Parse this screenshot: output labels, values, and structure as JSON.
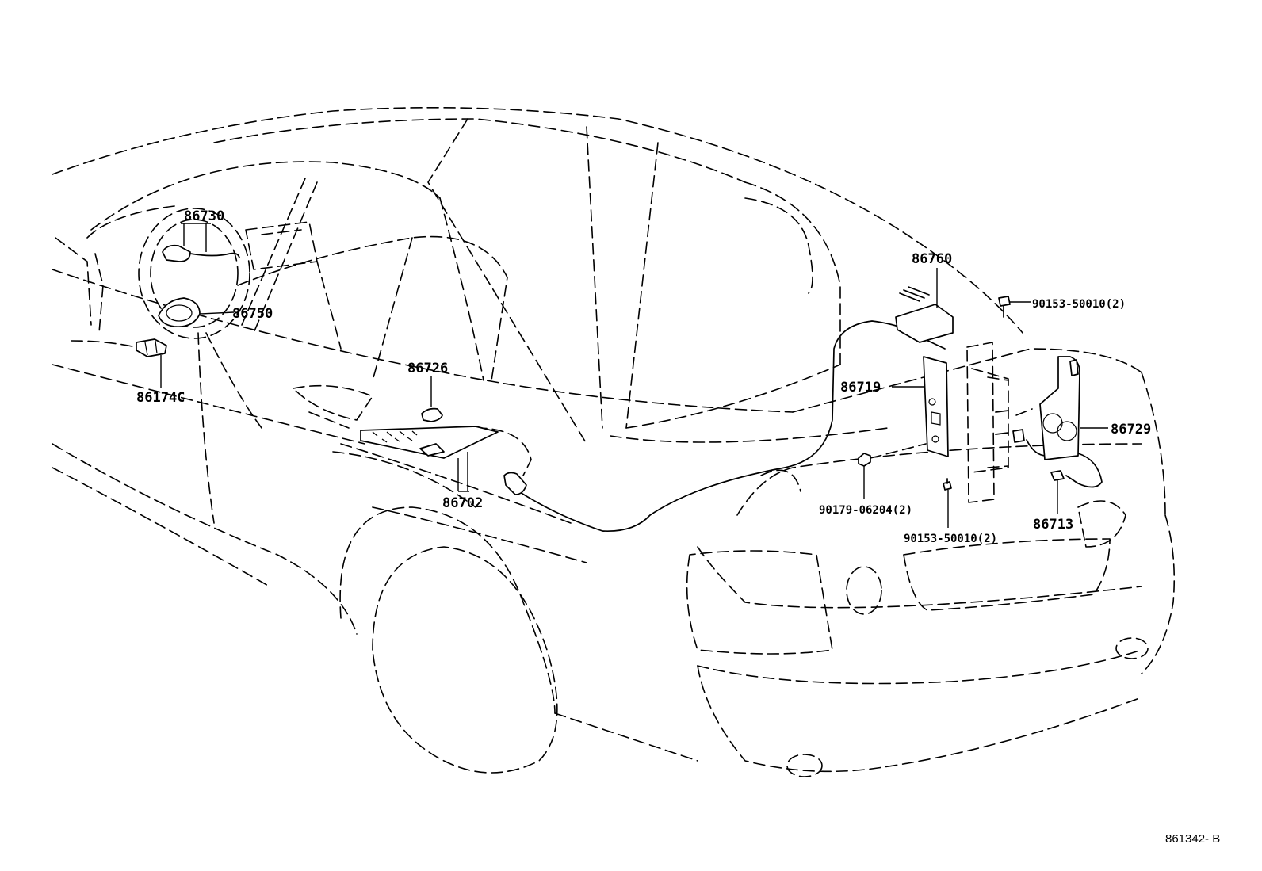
{
  "diagram": {
    "parts": [
      {
        "id": "86730",
        "label": "86730"
      },
      {
        "id": "86750",
        "label": "86750"
      },
      {
        "id": "86174C",
        "label": "86174C"
      },
      {
        "id": "86726",
        "label": "86726"
      },
      {
        "id": "86702",
        "label": "86702"
      },
      {
        "id": "86760",
        "label": "86760"
      },
      {
        "id": "90153-50010-top",
        "label": "90153-50010(2)"
      },
      {
        "id": "86719",
        "label": "86719"
      },
      {
        "id": "86729",
        "label": "86729"
      },
      {
        "id": "90179-06204",
        "label": "90179-06204(2)"
      },
      {
        "id": "90153-50010-bottom",
        "label": "90153-50010(2)"
      },
      {
        "id": "86713",
        "label": "86713"
      }
    ],
    "figure_code": "861342- B"
  }
}
